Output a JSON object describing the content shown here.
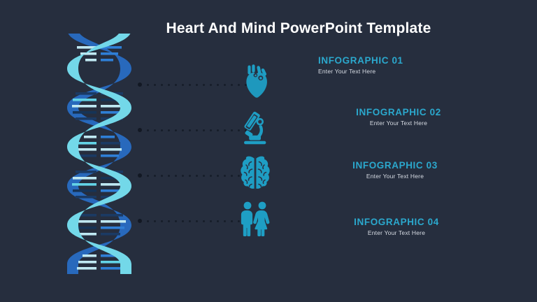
{
  "slide": {
    "title": "Heart And Mind PowerPoint Template",
    "background_color": "#262e3e",
    "accent_color": "#2ba8cd",
    "title_color": "#ffffff",
    "subtext_color": "#d7dce4"
  },
  "dna": {
    "name": "dna-double-helix",
    "strand_light_color": "#63d3e6",
    "strand_mid_color": "#2f7fd6",
    "strand_dark_color": "#1f4f9e",
    "rung_light_color": "#bfe8f2",
    "rung_dark_color": "#1b3a63"
  },
  "items": [
    {
      "icon": "anatomical-heart-icon",
      "heading": "INFOGRAPHIC 01",
      "subtext": "Enter Your Text Here"
    },
    {
      "icon": "microscope-icon",
      "heading": "INFOGRAPHIC 02",
      "subtext": "Enter Your Text Here"
    },
    {
      "icon": "brain-icon",
      "heading": "INFOGRAPHIC 03",
      "subtext": "Enter Your Text Here"
    },
    {
      "icon": "people-man-woman-icon",
      "heading": "INFOGRAPHIC 04",
      "subtext": "Enter Your Text Here"
    }
  ]
}
